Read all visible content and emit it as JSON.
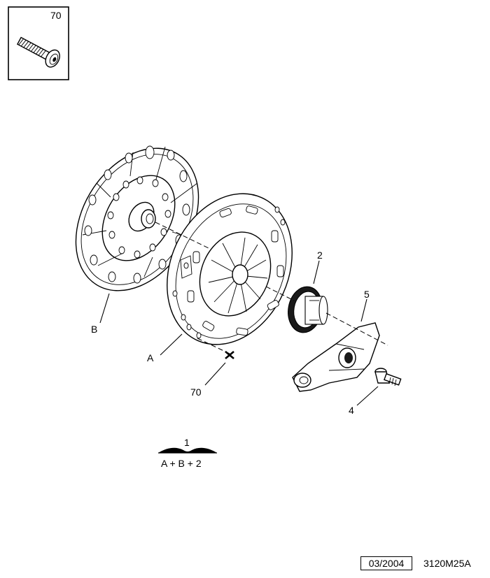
{
  "inset": {
    "part_number": "70",
    "icon": "bolt-icon"
  },
  "callouts": {
    "b": "B",
    "a": "A",
    "n70": "70",
    "n2": "2",
    "n5": "5",
    "n4": "4"
  },
  "kit": {
    "number": "1",
    "formula": "A + B + 2"
  },
  "footer": {
    "date": "03/2004",
    "reference": "3120M25A"
  }
}
